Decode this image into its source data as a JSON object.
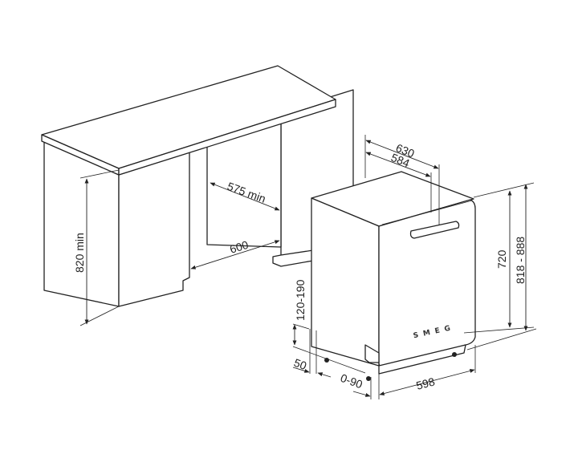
{
  "dimensions": {
    "cabinet_height": "820 min",
    "recess_depth": "575 min",
    "recess_width": "600",
    "appliance_depth_max": "630",
    "appliance_depth": "584",
    "appliance_height": "720",
    "total_height_range": "818 - 888",
    "plinth_height": "120-190",
    "plinth_setback": "50",
    "door_offset": "0-90",
    "appliance_width": "598"
  },
  "brand_logo": "SMEG"
}
